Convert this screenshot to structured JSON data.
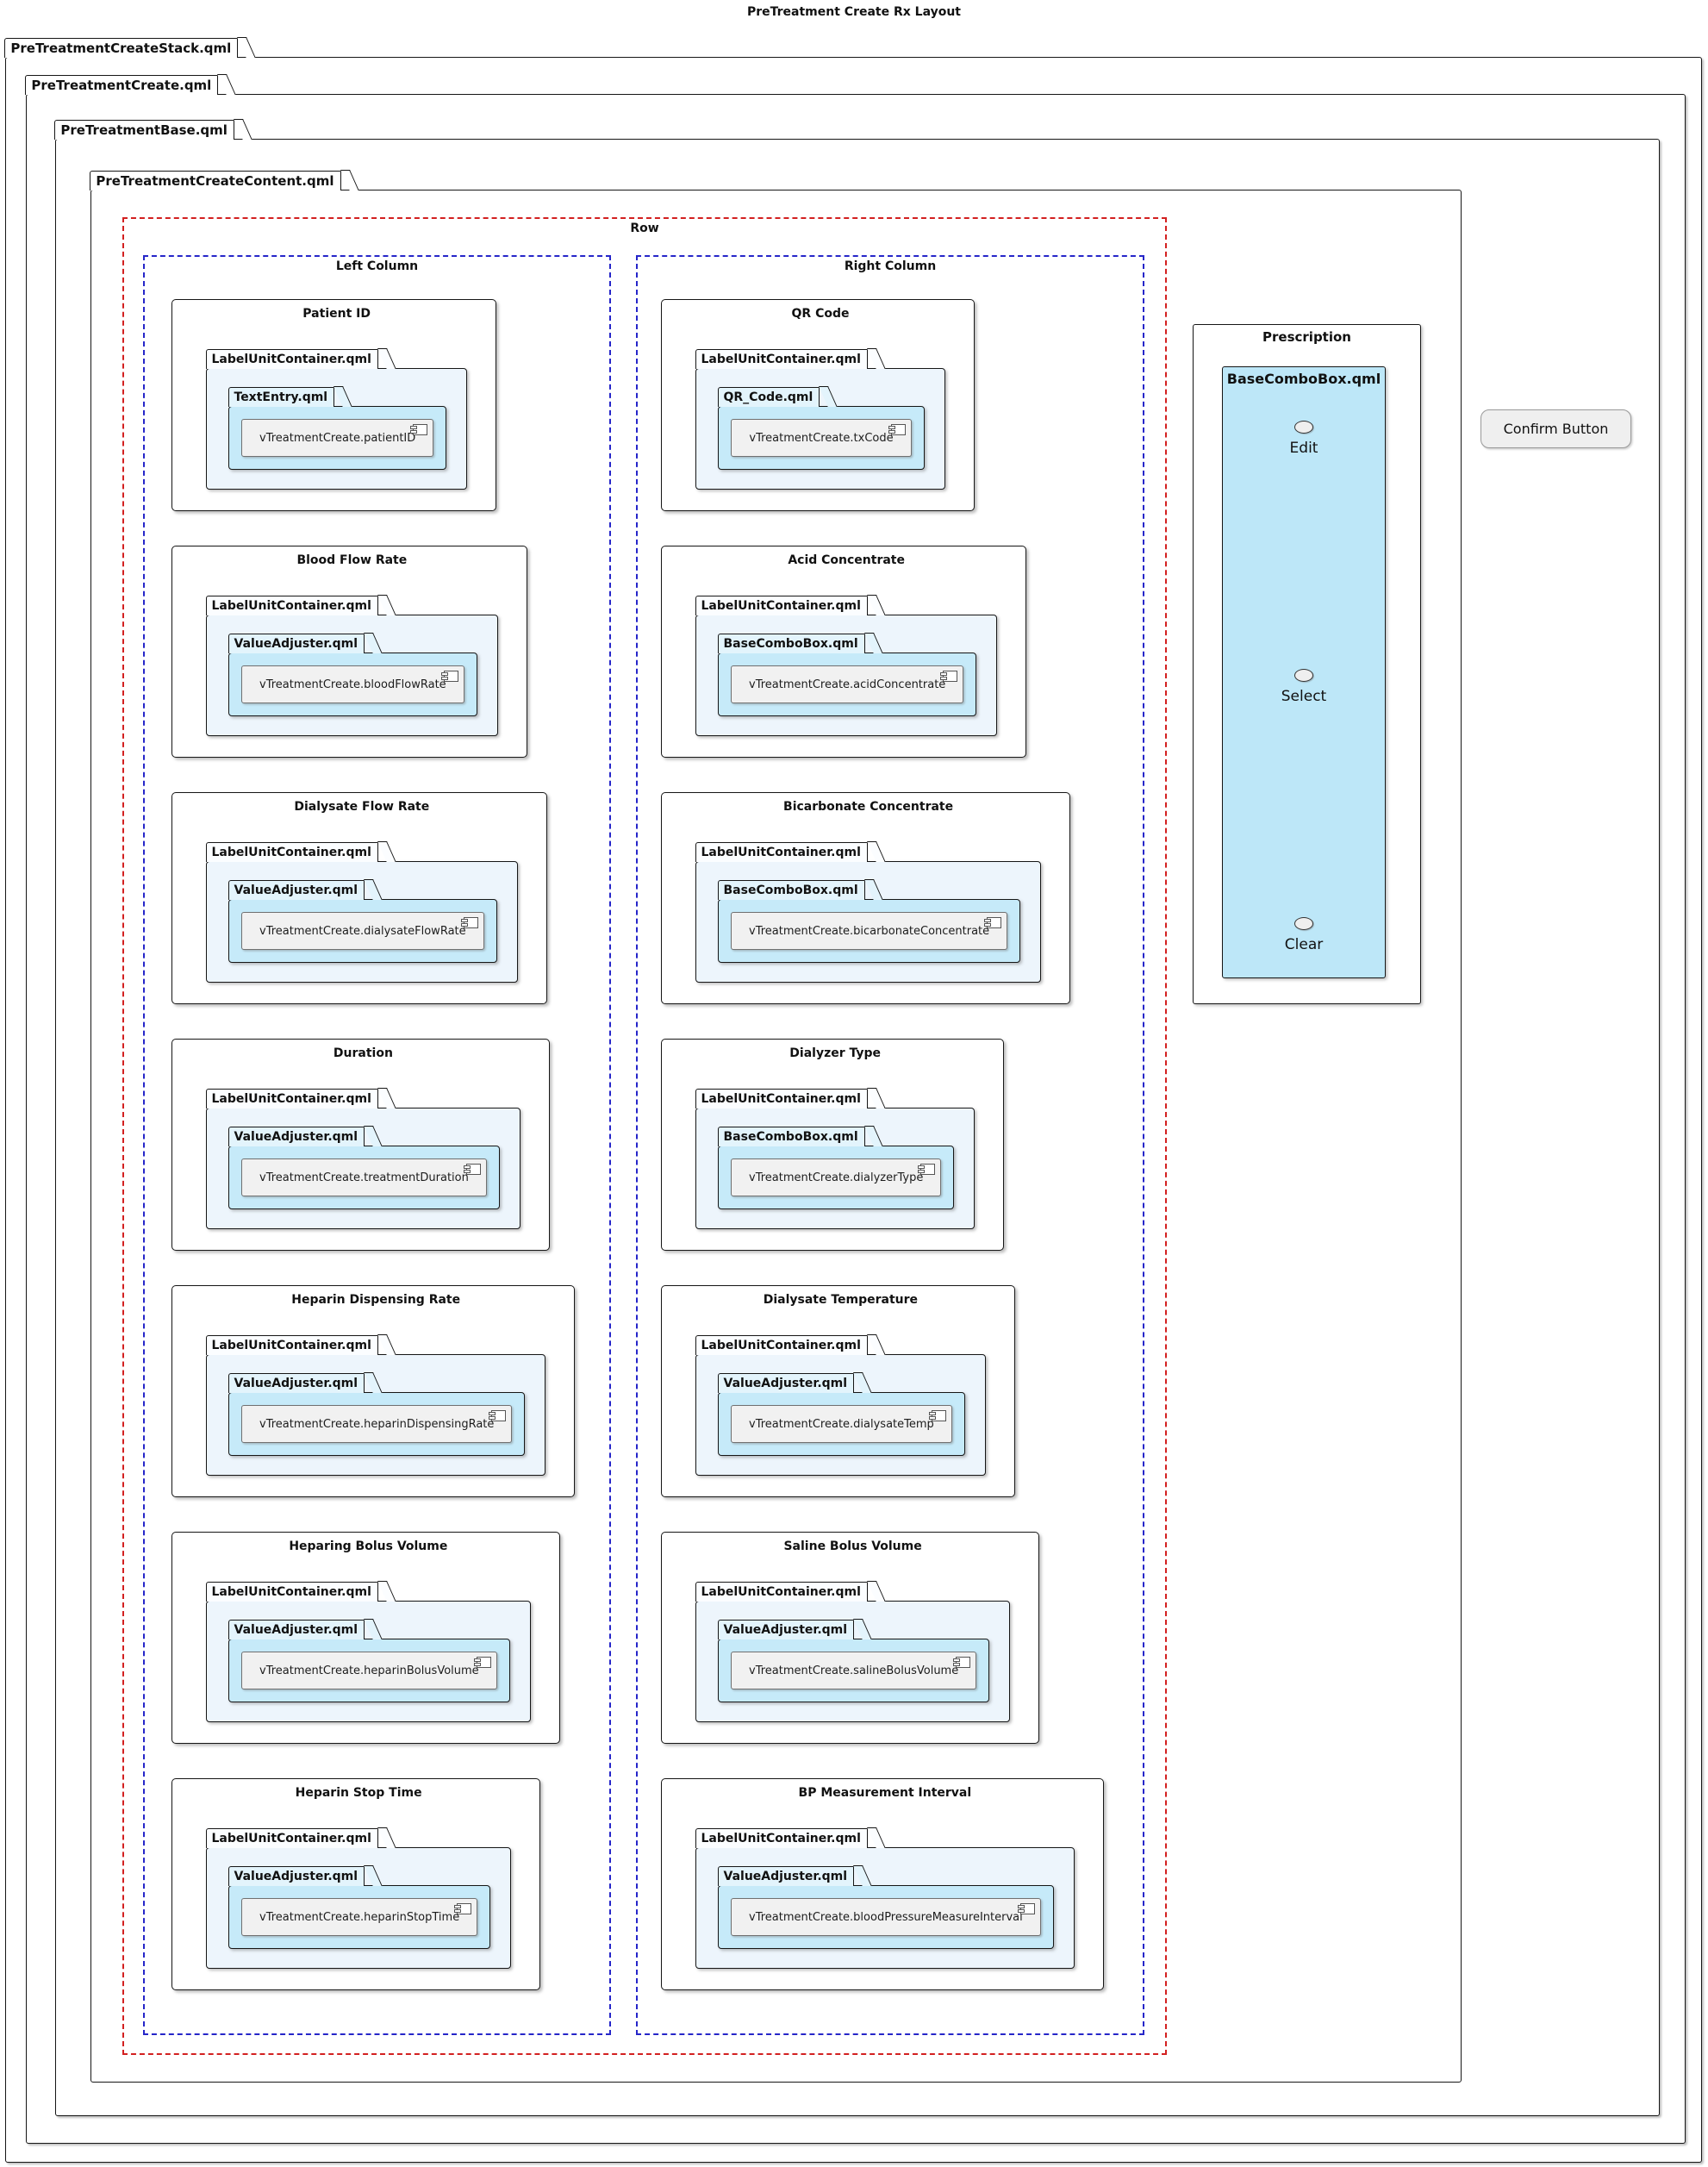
{
  "title": "PreTreatment Create Rx Layout",
  "frames": {
    "stack": "PreTreatmentCreateStack.qml",
    "create": "PreTreatmentCreate.qml",
    "base": "PreTreatmentBase.qml",
    "content": "PreTreatmentCreateContent.qml"
  },
  "row": {
    "label": "Row",
    "left_column": {
      "label": "Left Column",
      "items": [
        {
          "title": "Patient ID",
          "container": "LabelUnitContainer.qml",
          "widget": "TextEntry.qml",
          "component": "vTreatmentCreate.patientID"
        },
        {
          "title": "Blood Flow Rate",
          "container": "LabelUnitContainer.qml",
          "widget": "ValueAdjuster.qml",
          "component": "vTreatmentCreate.bloodFlowRate"
        },
        {
          "title": "Dialysate Flow Rate",
          "container": "LabelUnitContainer.qml",
          "widget": "ValueAdjuster.qml",
          "component": "vTreatmentCreate.dialysateFlowRate"
        },
        {
          "title": "Duration",
          "container": "LabelUnitContainer.qml",
          "widget": "ValueAdjuster.qml",
          "component": "vTreatmentCreate.treatmentDuration"
        },
        {
          "title": "Heparin Dispensing Rate",
          "container": "LabelUnitContainer.qml",
          "widget": "ValueAdjuster.qml",
          "component": "vTreatmentCreate.heparinDispensingRate"
        },
        {
          "title": "Heparing Bolus Volume",
          "container": "LabelUnitContainer.qml",
          "widget": "ValueAdjuster.qml",
          "component": "vTreatmentCreate.heparinBolusVolume"
        },
        {
          "title": "Heparin Stop Time",
          "container": "LabelUnitContainer.qml",
          "widget": "ValueAdjuster.qml",
          "component": "vTreatmentCreate.heparinStopTime"
        }
      ]
    },
    "right_column": {
      "label": "Right Column",
      "items": [
        {
          "title": "QR Code",
          "container": "LabelUnitContainer.qml",
          "widget": "QR_Code.qml",
          "component": "vTreatmentCreate.txCode"
        },
        {
          "title": "Acid Concentrate",
          "container": "LabelUnitContainer.qml",
          "widget": "BaseComboBox.qml",
          "component": "vTreatmentCreate.acidConcentrate"
        },
        {
          "title": "Bicarbonate Concentrate",
          "container": "LabelUnitContainer.qml",
          "widget": "BaseComboBox.qml",
          "component": "vTreatmentCreate.bicarbonateConcentrate"
        },
        {
          "title": "Dialyzer Type",
          "container": "LabelUnitContainer.qml",
          "widget": "BaseComboBox.qml",
          "component": "vTreatmentCreate.dialyzerType"
        },
        {
          "title": "Dialysate Temperature",
          "container": "LabelUnitContainer.qml",
          "widget": "ValueAdjuster.qml",
          "component": "vTreatmentCreate.dialysateTemp"
        },
        {
          "title": "Saline Bolus Volume",
          "container": "LabelUnitContainer.qml",
          "widget": "ValueAdjuster.qml",
          "component": "vTreatmentCreate.salineBolusVolume"
        },
        {
          "title": "BP Measurement Interval",
          "container": "LabelUnitContainer.qml",
          "widget": "ValueAdjuster.qml",
          "component": "vTreatmentCreate.bloodPressureMeasureInterval"
        }
      ]
    }
  },
  "prescription": {
    "title": "Prescription",
    "combo_title": "BaseComboBox.qml",
    "options": [
      "Edit",
      "Select",
      "Clear"
    ]
  },
  "confirm_button": {
    "label": "Confirm Button"
  },
  "colors": {
    "container_fill": "#EDF5FC",
    "widget_fill": "#C6EAF9",
    "combo_fill": "#BDE7F8",
    "component_fill": "#F1F1F1",
    "frame_border": "#161616",
    "row_border": "#D32020",
    "column_border": "#2626C9",
    "button_fill": "#EFEFEF"
  }
}
